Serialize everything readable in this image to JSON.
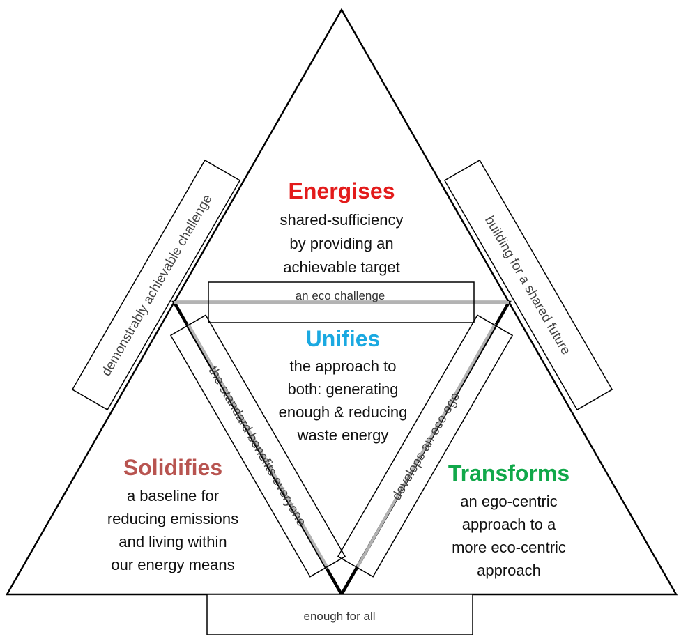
{
  "colors": {
    "energises": "#e31b1b",
    "unifies": "#1ba9e1",
    "solidifies": "#b85450",
    "transforms": "#11a84a",
    "outline": "#000000",
    "inner_grey": "#b3b3b3"
  },
  "sections": {
    "energises": {
      "title": "Energises",
      "lines": [
        "shared-sufficiency",
        "by providing an",
        "achievable target"
      ]
    },
    "unifies": {
      "title": "Unifies",
      "lines": [
        "the approach to",
        "both: generating",
        "enough & reducing",
        "waste energy"
      ]
    },
    "solidifies": {
      "title": "Solidifies",
      "lines": [
        "a baseline for",
        "reducing emissions",
        "and living within",
        "our energy means"
      ]
    },
    "transforms": {
      "title": "Transforms",
      "lines": [
        "an ego-centric",
        "approach to a",
        "more eco-centric",
        "approach"
      ]
    }
  },
  "labels": {
    "eco_challenge": "an eco challenge",
    "enough_for_all": "enough for all",
    "demonstrably": "demonstrably achievable challenge",
    "shared_future": "building for a shared future",
    "standard_benefits": "the standard benefits everyone",
    "eco_ego": "develops an eco ego"
  }
}
